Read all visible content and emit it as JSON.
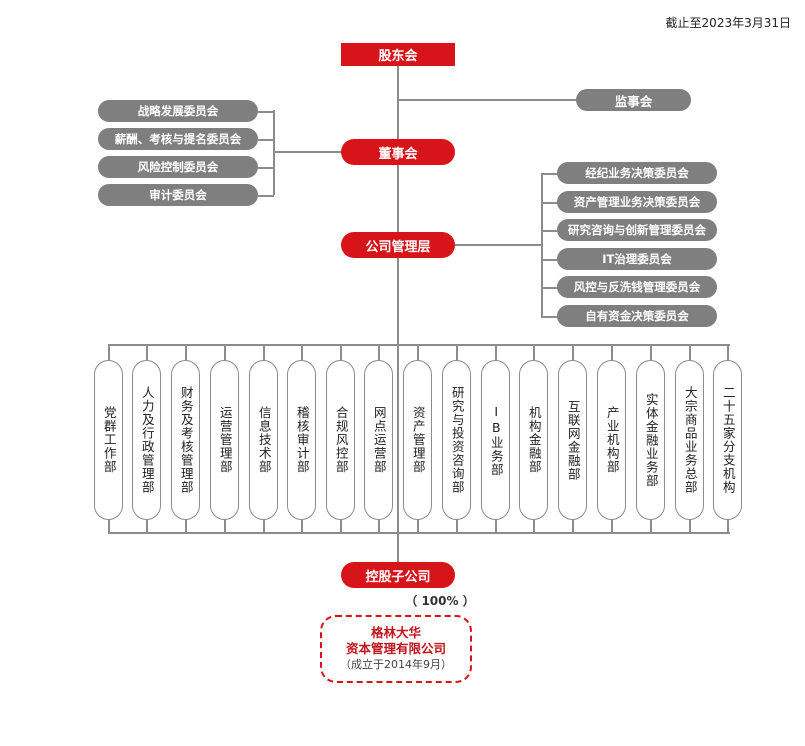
{
  "date_note": "截止至2023年3月31日",
  "nodes": {
    "shareholders": "股东会",
    "supervisors": "监事会",
    "board": "董事会",
    "management": "公司管理层",
    "subsidiary": "控股子公司"
  },
  "board_committees": [
    "战略发展委员会",
    "薪酬、考核与提名委员会",
    "风险控制委员会",
    "审计委员会"
  ],
  "management_committees": [
    "经纪业务决策委员会",
    "资产管理业务决策委员会",
    "研究咨询与创新管理委员会",
    "IT治理委员会",
    "风控与反洗钱管理委员会",
    "自有资金决策委员会"
  ],
  "departments": [
    "党群工作部",
    "人力及行政管理部",
    "财务及考核管理部",
    "运营管理部",
    "信息技术部",
    "稽核审计部",
    "合规风控部",
    "网点运营部",
    "资产管理部",
    "研究与投资咨询部",
    "IB业务部",
    "机构金融部",
    "互联网金融部",
    "产业机构部",
    "实体金融业务部",
    "大宗商品业务总部",
    "二十五家分支机构"
  ],
  "subsidiary_share": "（ 100% ）",
  "subsidiary_company": {
    "name_line1": "格林大华",
    "name_line2": "资本管理有限公司",
    "established": "（成立于2014年9月）"
  },
  "colors": {
    "accent": "#d8141b",
    "committee": "#7f7f7f",
    "line": "#8c8c8c"
  }
}
